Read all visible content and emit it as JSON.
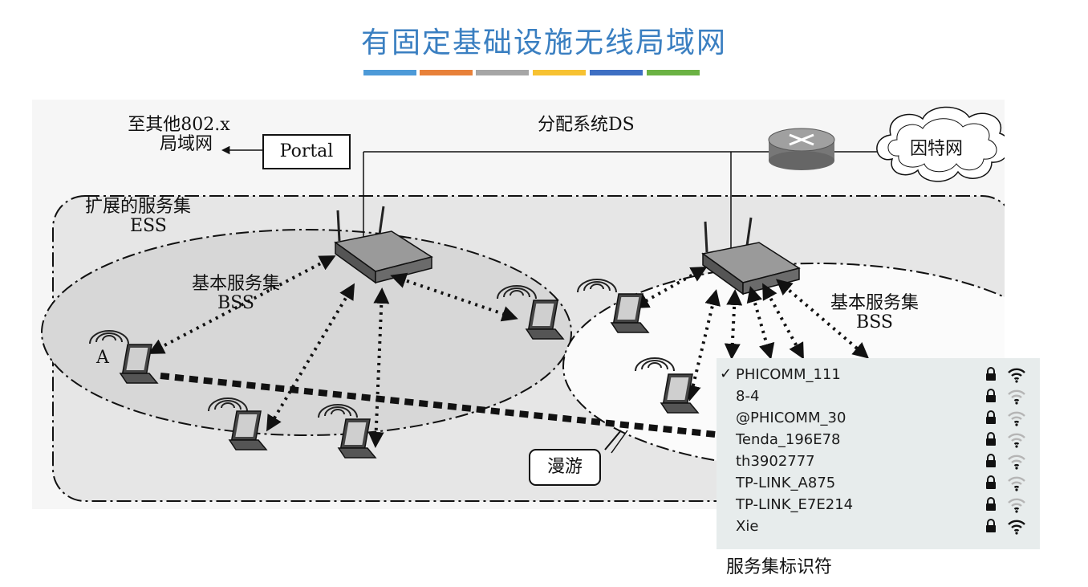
{
  "title": "有固定基础设施无线局域网",
  "accent_colors": [
    "#4d9ad8",
    "#e8813a",
    "#a6a6a6",
    "#f7c232",
    "#3e6fc3",
    "#6bb244"
  ],
  "labels": {
    "to_other_line1": "至其他802.x",
    "to_other_line2": "局域网",
    "portal": "Portal",
    "ds": "分配系统DS",
    "internet": "因特网",
    "ess_line1": "扩展的服务集",
    "ess_line2": "ESS",
    "bss_left_line1": "基本服务集",
    "bss_left_line2": "BSS",
    "bss_right_line1": "基本服务集",
    "bss_right_line2": "BSS",
    "station_a": "A",
    "roaming": "漫游"
  },
  "wifi_list": [
    {
      "name": "PHICOMM_111",
      "checked": true,
      "signal": "full"
    },
    {
      "name": "8-4",
      "checked": false,
      "signal": "weak"
    },
    {
      "name": "@PHICOMM_30",
      "checked": false,
      "signal": "weak"
    },
    {
      "name": "Tenda_196E78",
      "checked": false,
      "signal": "weak"
    },
    {
      "name": "th3902777",
      "checked": false,
      "signal": "weak"
    },
    {
      "name": "TP-LINK_A875",
      "checked": false,
      "signal": "weak"
    },
    {
      "name": "TP-LINK_E7E214",
      "checked": false,
      "signal": "weak"
    },
    {
      "name": "Xie",
      "checked": false,
      "signal": "full"
    }
  ],
  "check_mark": "✓",
  "caption": "服务集标识符"
}
